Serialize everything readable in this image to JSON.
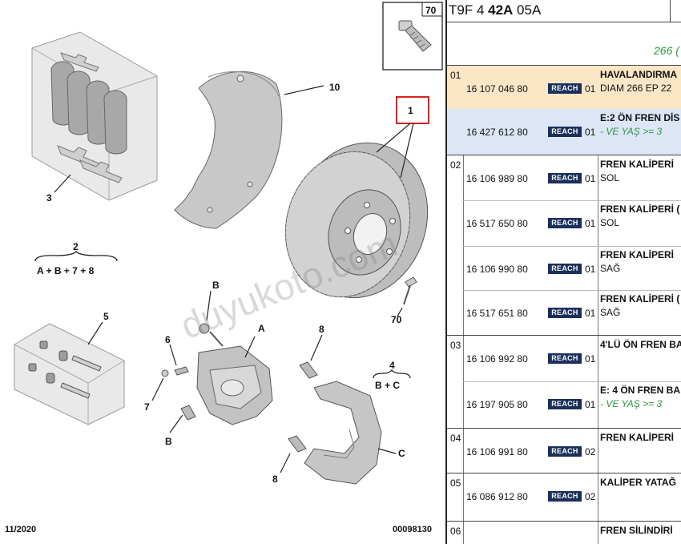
{
  "diagram": {
    "callouts": {
      "c70_box": "70",
      "c10": "10",
      "c1": "1",
      "c3": "3",
      "c2": "2",
      "c2_formula": "A + B + 7 + 8",
      "c70": "70",
      "c5": "5",
      "cB_top": "B",
      "cA": "A",
      "c6": "6",
      "c7": "7",
      "cB_bottom": "B",
      "c8_top": "8",
      "c4": "4",
      "c4_formula": "B + C",
      "cC": "C",
      "c8_bottom": "8"
    },
    "date": "11/2020",
    "ref": "00098130",
    "watermark": "duyukoto.com"
  },
  "header": {
    "code_prefix": "T9F 4 ",
    "code_bold": "42A",
    "code_suffix": " 05A"
  },
  "spec_value": "266 (",
  "reach_label": "REACH",
  "groups": [
    {
      "num": "01",
      "rows": [
        {
          "part": "16 107 046 80",
          "qty": "01",
          "desc": [
            "HAVALANDIRMA",
            "DIAM 266 EP 22"
          ]
        },
        {
          "part": "16 427 612 80",
          "qty": "01",
          "desc": [
            "E:2 ÖN FREN DİS",
            "- VE YAŞ >= 3"
          ]
        }
      ]
    },
    {
      "num": "02",
      "rows": [
        {
          "part": "16 106 989 80",
          "qty": "01",
          "desc": [
            "FREN KALİPERİ",
            "SOL"
          ]
        },
        {
          "part": "16 517 650 80",
          "qty": "01",
          "desc": [
            "FREN KALİPERİ (",
            "SOL"
          ]
        },
        {
          "part": "16 106 990 80",
          "qty": "01",
          "desc": [
            "FREN KALİPERİ",
            "SAĞ"
          ]
        },
        {
          "part": "16 517 651 80",
          "qty": "01",
          "desc": [
            "FREN KALİPERİ (",
            "SAĞ"
          ]
        }
      ]
    },
    {
      "num": "03",
      "rows": [
        {
          "part": "16 106 992 80",
          "qty": "01",
          "desc": [
            "4'LÜ ÖN FREN BA"
          ]
        },
        {
          "part": "16 197 905 80",
          "qty": "01",
          "desc": [
            "E: 4 ÖN FREN BA",
            "- VE YAŞ >= 3"
          ]
        }
      ]
    },
    {
      "num": "04",
      "rows": [
        {
          "part": "16 106 991 80",
          "qty": "02",
          "desc": [
            "FREN KALİPERİ"
          ]
        }
      ]
    },
    {
      "num": "05",
      "rows": [
        {
          "part": "16 086 912 80",
          "qty": "02",
          "desc": [
            "KALİPER YATAĞ"
          ]
        }
      ]
    },
    {
      "num": "06",
      "rows": [
        {
          "desc": [
            "FREN SİLİNDİRİ"
          ]
        }
      ]
    }
  ]
}
